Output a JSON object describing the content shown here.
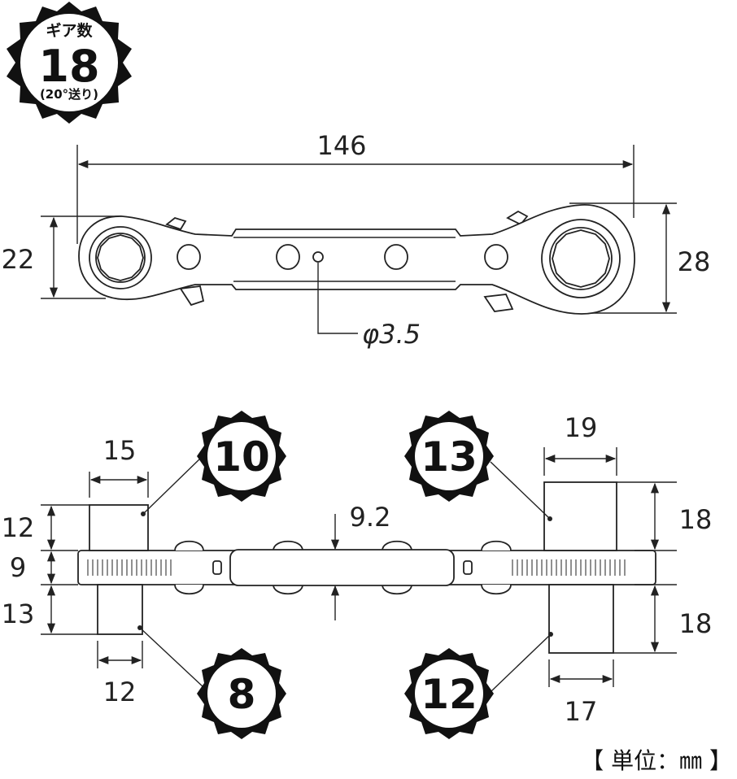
{
  "gear_badge": {
    "label": "ギア数",
    "value": "18",
    "note": "(20°送り)"
  },
  "top_view": {
    "length": "146",
    "height_left": "22",
    "height_right": "28",
    "hole": "φ3.5"
  },
  "side_view": {
    "thickness": "9.2",
    "left_stack": [
      "12",
      "9",
      "13"
    ],
    "right_top_height": "18",
    "right_bottom_height": "18",
    "top_left_width": "15",
    "bottom_left_width": "12",
    "top_right_width": "19",
    "bottom_right_width": "17"
  },
  "size_badges": {
    "top_left": "10",
    "top_right": "13",
    "bottom_left": "8",
    "bottom_right": "12"
  },
  "unit_label": "【 単位：㎜ 】"
}
